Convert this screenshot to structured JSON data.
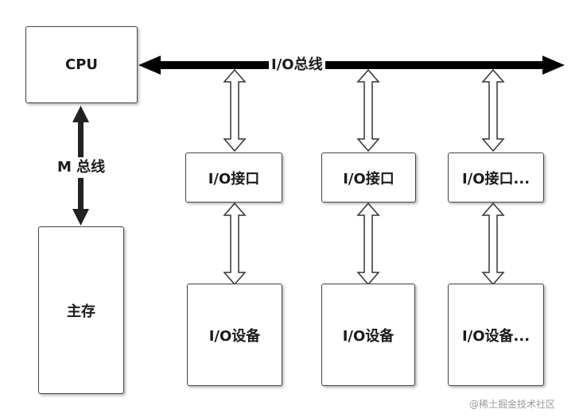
{
  "cpu": "CPU",
  "memory": "主存",
  "m_bus": "M 总线",
  "io_bus": "I/O总线",
  "interfaces": [
    "I/O接口",
    "I/O接口",
    "I/O接口..."
  ],
  "devices": [
    "I/O设备",
    "I/O设备",
    "I/O设备..."
  ],
  "watermark": "@稀土掘金技术社区"
}
